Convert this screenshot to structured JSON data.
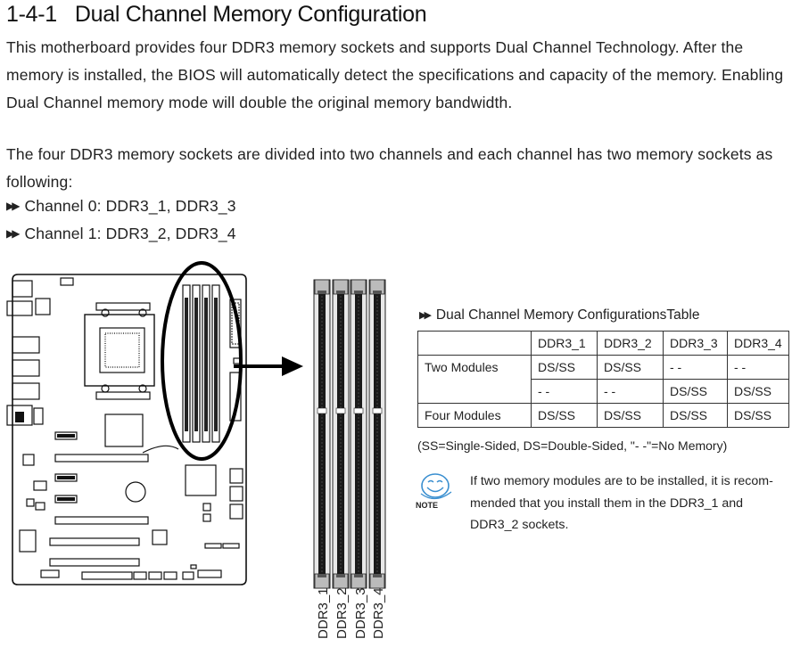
{
  "section": {
    "number": "1-4-1",
    "title": "Dual Channel Memory Configuration"
  },
  "paragraph1": "This motherboard provides four DDR3 memory sockets and supports Dual Channel  Technology. After the memory is installed, the BIOS will automatically detect the specifications and capacity of the memory. Enabling Dual Channel memory mode will double the original memory bandwidth.",
  "paragraph2": "The four DDR3 memory sockets are divided into two channels and each channel has two memory sockets as following:",
  "bullets": [
    "Channel 0: DDR3_1, DDR3_3",
    "Channel 1: DDR3_2, DDR3_4"
  ],
  "dimm_labels": [
    "DDR3_1",
    "DDR3_2",
    "DDR3_3",
    "DDR3_4"
  ],
  "table": {
    "title": "Dual Channel Memory ConfigurationsTable",
    "headers": [
      "",
      "DDR3_1",
      "DDR3_2",
      "DDR3_3",
      "DDR3_4"
    ],
    "rows": [
      [
        "Two  Modules",
        "DS/SS",
        "DS/SS",
        "- -",
        "- -"
      ],
      [
        "",
        "- -",
        "- -",
        "DS/SS",
        "DS/SS"
      ],
      [
        "Four Modules",
        "DS/SS",
        "DS/SS",
        "DS/SS",
        "DS/SS"
      ]
    ]
  },
  "legend": "(SS=Single-Sided, DS=Double-Sided, \"- -\"=No Memory)",
  "note": {
    "icon_label": "NOTE",
    "text": "If two memory modules are to be installed, it is recom-mended that you install them in the DDR3_1 and DDR3_2 sockets."
  }
}
